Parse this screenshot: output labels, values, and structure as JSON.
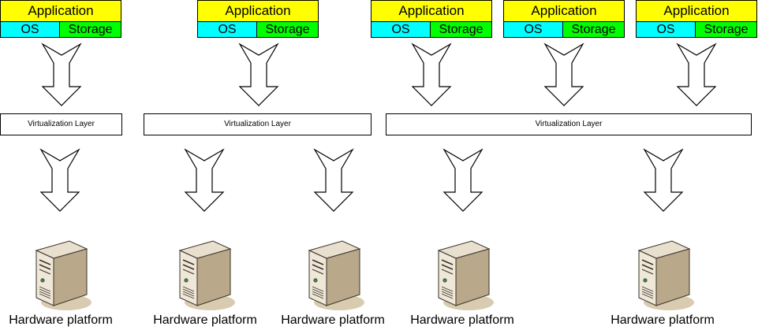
{
  "stacks": [
    {
      "application": "Application",
      "os": "OS",
      "storage": "Storage"
    },
    {
      "application": "Application",
      "os": "OS",
      "storage": "Storage"
    },
    {
      "application": "Application",
      "os": "OS",
      "storage": "Storage"
    },
    {
      "application": "Application",
      "os": "OS",
      "storage": "Storage"
    },
    {
      "application": "Application",
      "os": "OS",
      "storage": "Storage"
    }
  ],
  "virtualization_layers": [
    {
      "label": "Virtualization Layer"
    },
    {
      "label": "Virtualization Layer"
    },
    {
      "label": "Virtualization Layer"
    }
  ],
  "hardware": [
    {
      "label": "Hardware platform"
    },
    {
      "label": "Hardware platform"
    },
    {
      "label": "Hardware platform"
    },
    {
      "label": "Hardware platform"
    },
    {
      "label": "Hardware platform"
    }
  ],
  "colors": {
    "application": "#ffff00",
    "os": "#00ffff",
    "storage": "#00ff00"
  }
}
